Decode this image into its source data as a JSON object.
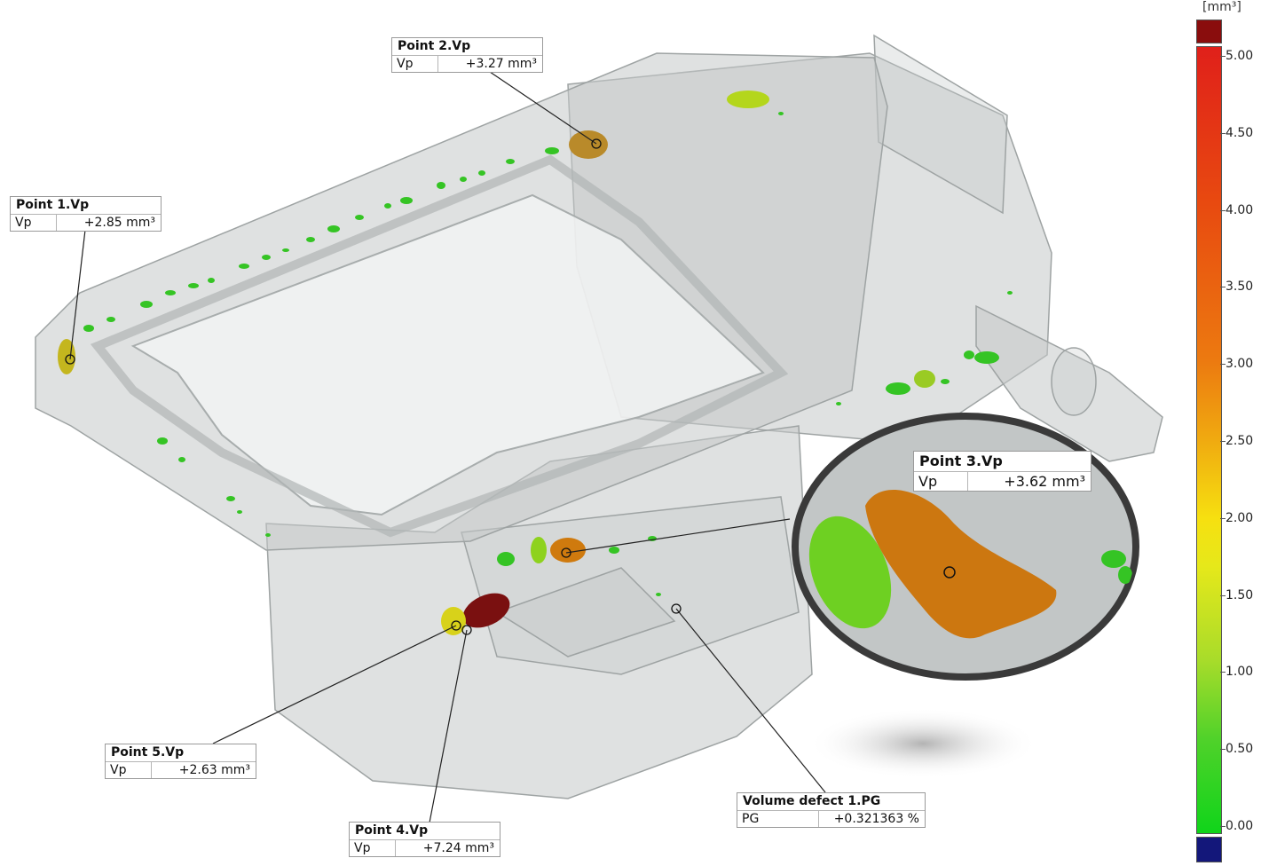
{
  "legend": {
    "unit": "[mm³]",
    "over_color": "#8a0d0d",
    "under_color": "#13177a",
    "ticks": [
      "5.00",
      "4.50",
      "4.00",
      "3.50",
      "3.00",
      "2.50",
      "2.00",
      "1.50",
      "1.00",
      "0.50",
      "0.00"
    ]
  },
  "annotations": {
    "p1": {
      "title": "Point 1.Vp",
      "key": "Vp",
      "value": "+2.85 mm³"
    },
    "p2": {
      "title": "Point 2.Vp",
      "key": "Vp",
      "value": "+3.27 mm³"
    },
    "p3": {
      "title": "Point 3.Vp",
      "key": "Vp",
      "value": "+3.62 mm³"
    },
    "p4": {
      "title": "Point 4.Vp",
      "key": "Vp",
      "value": "+7.24 mm³"
    },
    "p5": {
      "title": "Point 5.Vp",
      "key": "Vp",
      "value": "+2.63 mm³"
    },
    "pg": {
      "title": "Volume defect 1.PG",
      "key": "PG",
      "value": "+0.321363 %"
    }
  },
  "colors": {
    "part_fill": "#c9cccc",
    "part_edge": "#a3a8a8",
    "defect_green": "#35c424",
    "defect_yellow": "#c9c51e",
    "defect_orange": "#cf7a0e",
    "defect_red": "#7a1010",
    "defect_brown": "#b98a2a"
  }
}
